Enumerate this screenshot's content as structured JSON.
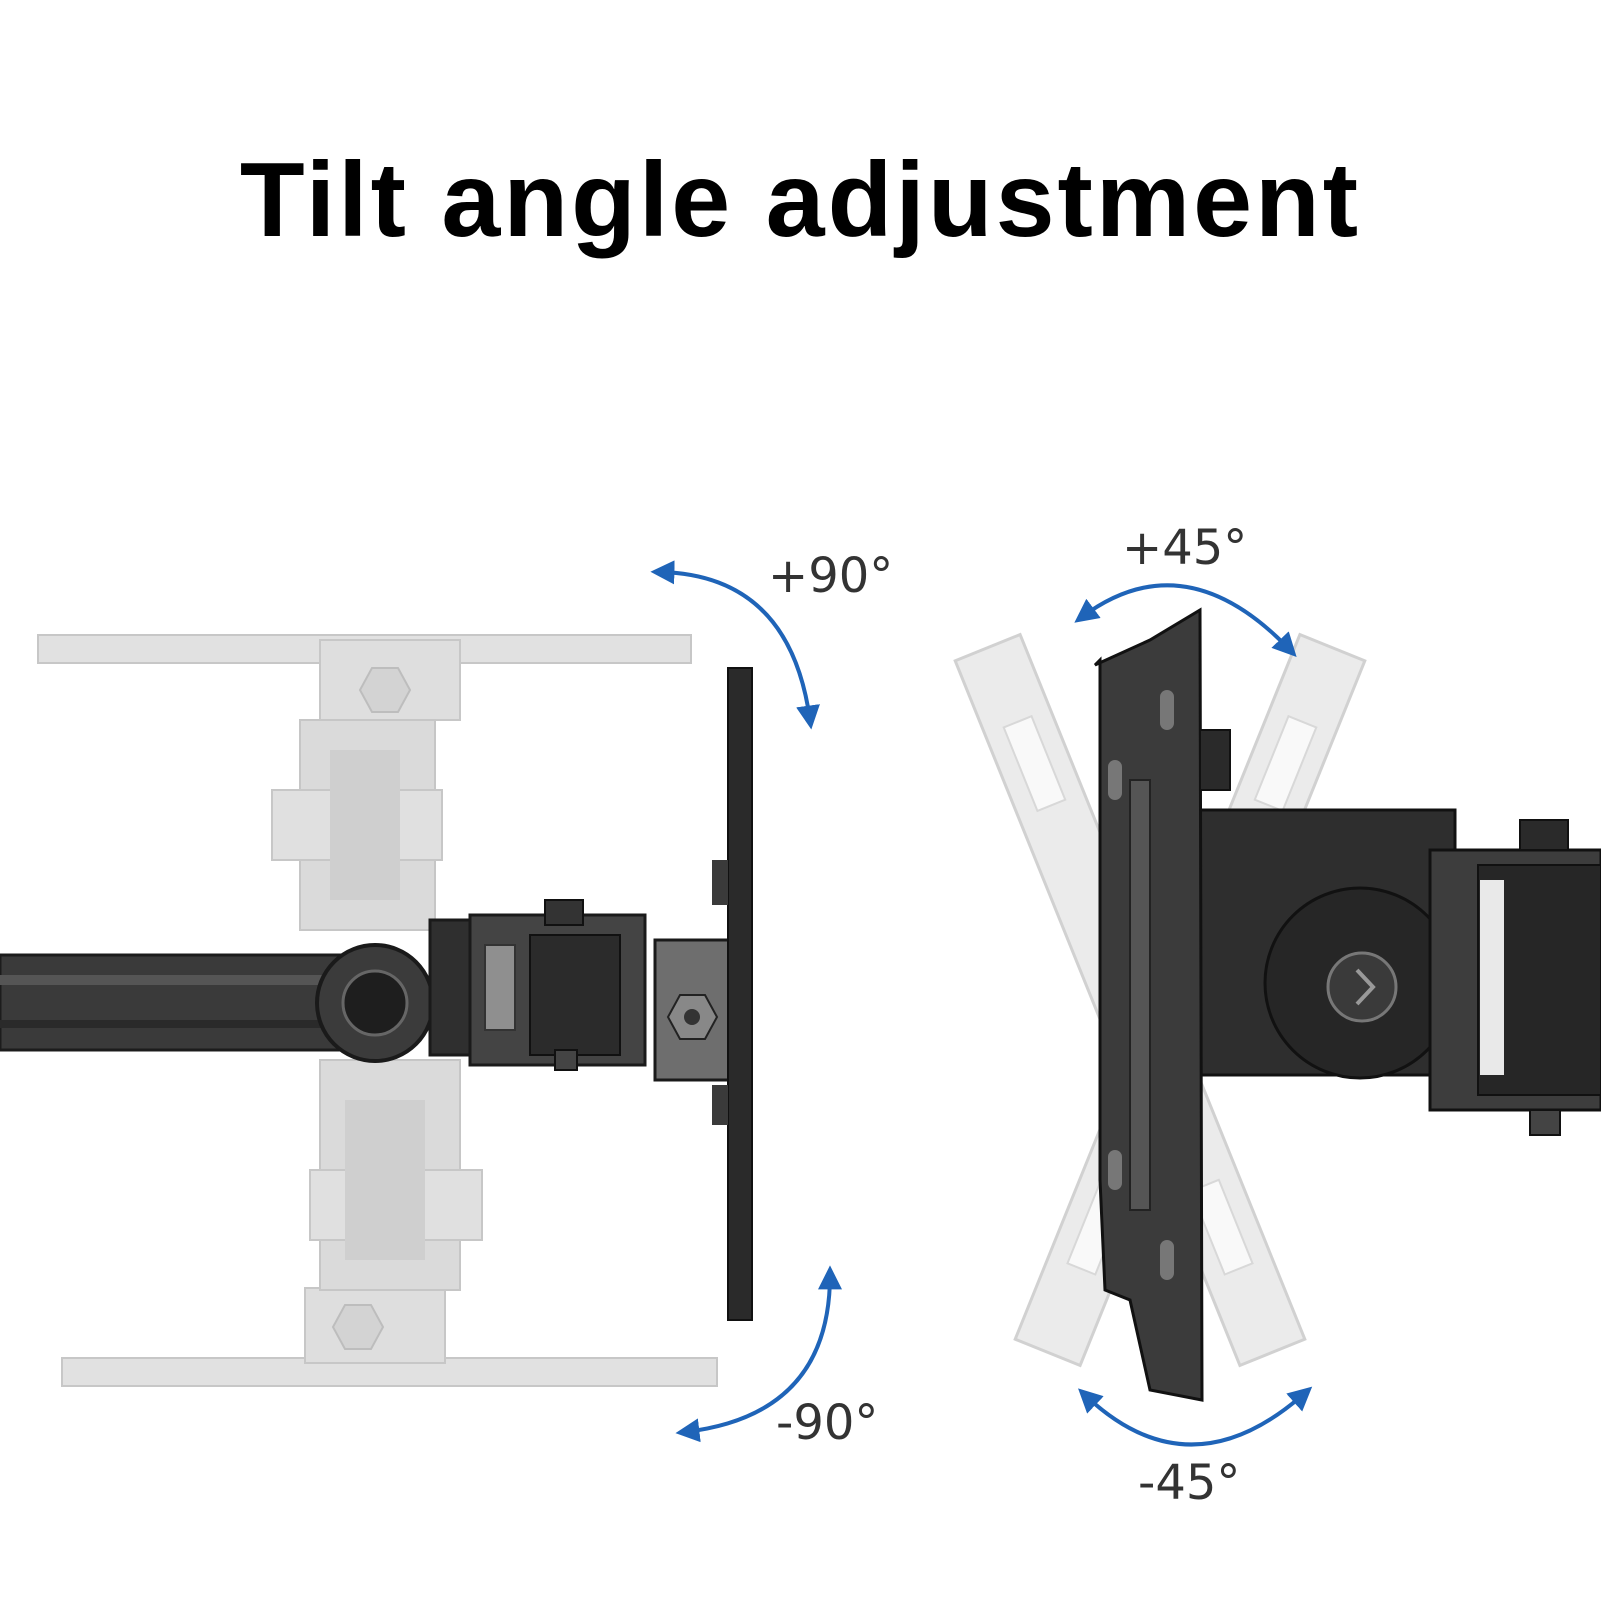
{
  "title": "Tilt angle adjustment",
  "left_diagram": {
    "upper_angle_label": "+90°",
    "lower_angle_label": "-90°"
  },
  "right_diagram": {
    "upper_angle_label": "+45°",
    "lower_angle_label": "-45°"
  },
  "colors": {
    "arrow": "#1f64b8",
    "metal_dark": "#2b2b2b",
    "ghost": "#cfcfcf"
  }
}
